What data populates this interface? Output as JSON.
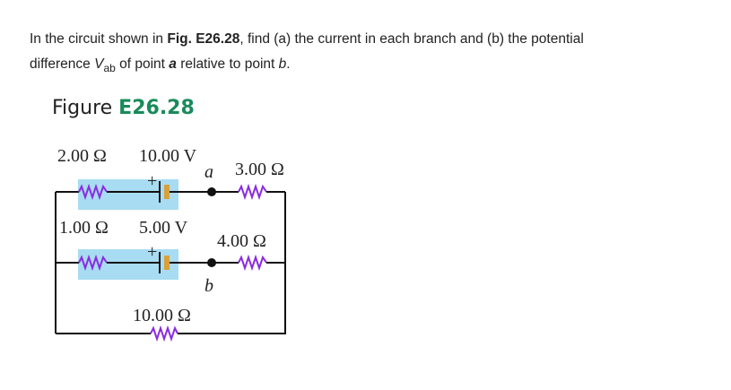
{
  "problem": {
    "intro": "In the circuit shown in ",
    "fig_ref": "Fig. E26.28",
    "part1": ", find (a) the current in each branch and (b) the potential",
    "part2_pre": "difference ",
    "v_symbol": "V",
    "v_sub": "ab",
    "part2_mid": " of point ",
    "point_a": "a",
    "part2_mid2": " relative to point ",
    "point_b": "b",
    "part2_end": "."
  },
  "figure": {
    "word": "Figure ",
    "number": "E26.28"
  },
  "circuit": {
    "labels": {
      "r_top_left": "2.00 Ω",
      "emf_top": "10.00 V",
      "r_top_right": "3.00 Ω",
      "r_mid_left": "1.00 Ω",
      "emf_mid": "5.00 V",
      "r_mid_right": "4.00 Ω",
      "r_bottom": "10.00 Ω",
      "node_a": "a",
      "node_b": "b",
      "plus_top": "+",
      "plus_mid": "+"
    },
    "colors": {
      "resistor": "#8a2be2",
      "highlight": "#a8dcf2",
      "battery_plate": "#d9a13a",
      "title_accent": "#1a8a5a"
    }
  }
}
